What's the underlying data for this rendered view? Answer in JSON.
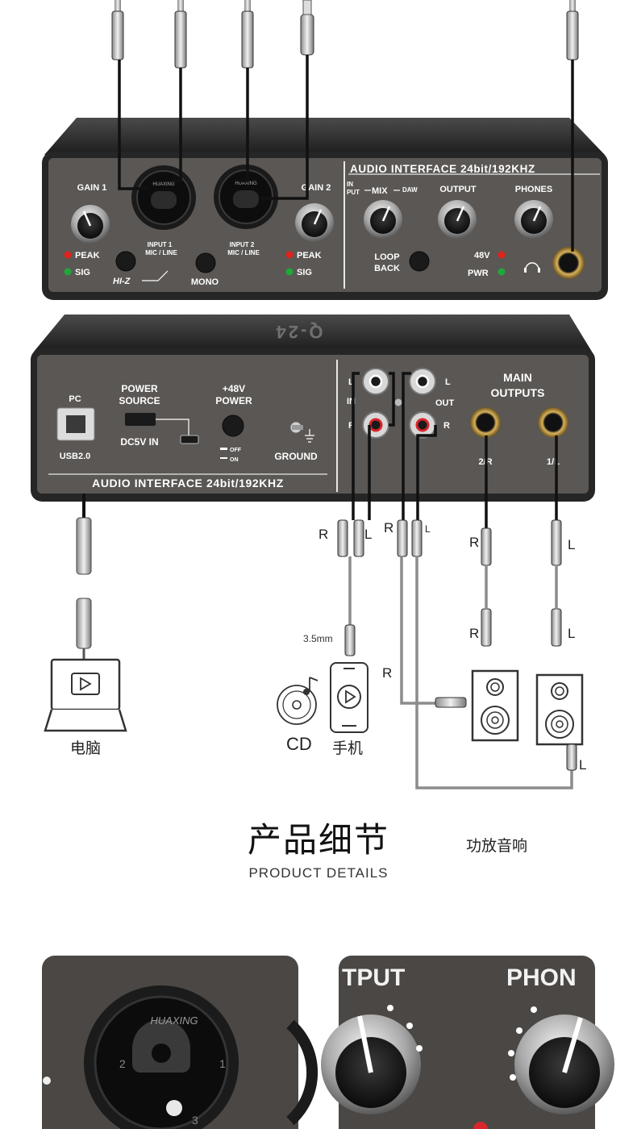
{
  "front_panel": {
    "gain1": "GAIN 1",
    "gain2": "GAIN 2",
    "peak": "PEAK",
    "sig": "SIG",
    "hiz": "HI-Z",
    "mono": "MONO",
    "input1_l1": "INPUT 1",
    "input1_l2": "MIC / LINE",
    "input2_l1": "INPUT 2",
    "input2_l2": "MIC / LINE",
    "xlr_brand": "HUAXING",
    "title": "AUDIO INTERFACE 24bit/192KHZ",
    "in_put_1": "IN",
    "in_put_2": "PUT",
    "mix": "MIX",
    "daw": "DAW",
    "output": "OUTPUT",
    "phones": "PHONES",
    "loop_1": "LOOP",
    "loop_2": "BACK",
    "v48": "48V",
    "pwr": "PWR"
  },
  "back_panel": {
    "top_logo": "Q-24",
    "pc": "PC",
    "usb": "USB2.0",
    "power_source_1": "POWER",
    "power_source_2": "SOURCE",
    "dc5v": "DC5V IN",
    "p48_1": "+48V",
    "p48_2": "POWER",
    "off": "OFF",
    "on": "ON",
    "ground": "GROUND",
    "title": "AUDIO INTERFACE 24bit/192KHZ",
    "rca_l": "L",
    "rca_r": "R",
    "in": "IN",
    "out": "OUT",
    "main_1": "MAIN",
    "main_2": "OUTPUTS",
    "out2": "2/R",
    "out1": "1/L"
  },
  "diagram": {
    "r": "R",
    "l": "L",
    "mm": "3.5mm",
    "cd": "CD",
    "phone": "手机",
    "computer": "电脑",
    "amp": "功放音响"
  },
  "section": {
    "title_zh": "产品细节",
    "title_en": "PRODUCT DETAILS"
  },
  "details": {
    "brand": "HUAXING",
    "pin2": "2",
    "pin1": "1",
    "pin3": "3",
    "tput": "TPUT",
    "phon": "PHON"
  },
  "colors": {
    "panel": "#5a5754",
    "body": "#2b2b2b",
    "cable": "#111111",
    "gray_cable": "#8c8c8c",
    "led_red": "#e0231c",
    "led_green": "#1fa83a"
  }
}
